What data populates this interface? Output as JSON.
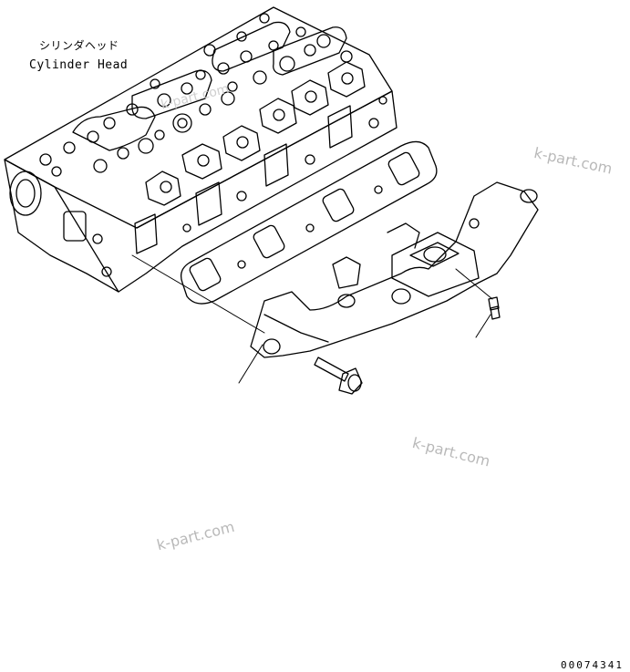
{
  "labels": {
    "part_name_jp": "シリンダヘッド",
    "part_name_en": "Cylinder Head",
    "drawing_code": "00074341"
  },
  "watermarks": [
    "k-part.com",
    "k-part.com",
    "k-part.com",
    "k-part.com"
  ],
  "colors": {
    "line": "#000000",
    "background": "#ffffff",
    "watermark": "#b9b9b9"
  }
}
